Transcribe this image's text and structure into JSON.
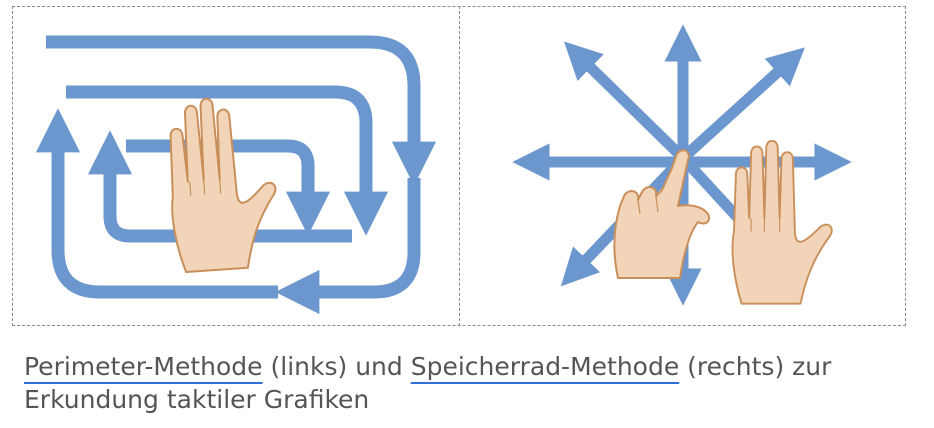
{
  "caption": {
    "term1": "Perimeter-Methode",
    "middle": " (links) und ",
    "term2": "Speicherrad-Methode",
    "end": " (rechts) zur",
    "line2": "Erkundung taktiler Grafiken"
  },
  "colors": {
    "arrow": "#6c97ce",
    "arrow_edge": "#5a85bd",
    "skin": "#f2d5b8",
    "skin_edge": "#c98f5a",
    "frame": "#8a8a8a",
    "caption_text": "#555555",
    "underline": "#2f6fd6"
  },
  "panels": [
    {
      "name": "perimeter-method",
      "icons": [
        "arrow-icon",
        "hand-icon"
      ]
    },
    {
      "name": "spoke-wheel-method",
      "icons": [
        "arrow-icon",
        "hand-icon"
      ]
    }
  ]
}
